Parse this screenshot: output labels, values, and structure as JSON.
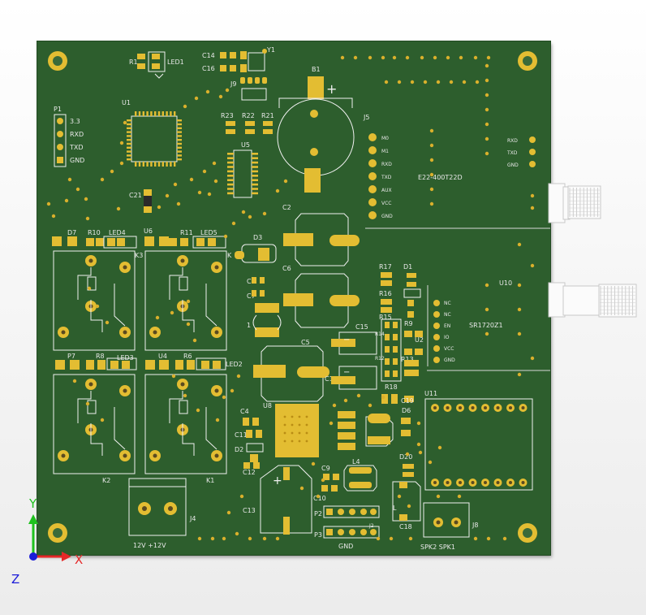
{
  "board": {
    "refdes": {
      "r1": "R1",
      "led1": "LED1",
      "c14": "C14",
      "c16": "C16",
      "y1": "Y1",
      "b1": "B1",
      "j9": "J9",
      "u1": "U1",
      "p1": "P1",
      "r23": "R23",
      "r22": "R22",
      "r21": "R21",
      "u5": "U5",
      "j5": "J5",
      "c21": "C21",
      "c2": "C2",
      "d7": "D7",
      "r10": "R10",
      "led4": "LED4",
      "u6": "U6",
      "r11": "R11",
      "led5": "LED5",
      "d3": "D3",
      "k3": "K3",
      "k": "K",
      "c6": "C6",
      "c8": "C8",
      "c7": "C7",
      "one": "1",
      "r17": "R17",
      "r16": "R16",
      "d1": "D1",
      "r15": "R15",
      "r14": "R14",
      "r13": "R13",
      "r12": "R12",
      "c15": "C15",
      "c5": "C5",
      "r9": "R9",
      "u2": "U2",
      "u10": "U10",
      "p7": "P7",
      "r8": "R8",
      "led3": "LED3",
      "u4": "U4",
      "r6": "R6",
      "led2": "LED2",
      "c17": "C17",
      "r18": "R18",
      "c19": "C19",
      "u11": "U11",
      "c4": "C4",
      "u8": "U8",
      "d6": "D6",
      "c11": "C11",
      "d2": "D2",
      "c12": "C12",
      "c9": "C9",
      "l4": "L4",
      "d20": "D20",
      "k2": "K2",
      "k1": "K1",
      "c10": "C10",
      "c13": "C13",
      "p2": "P2",
      "p3": "P3",
      "j2": "J2",
      "j4": "J4",
      "c18": "C18",
      "j8": "J8"
    },
    "labels": {
      "p1_pins": [
        "3.3",
        "RXD",
        "TXD",
        "GND"
      ],
      "e22": "E22-400T22D",
      "sr": "SR1720Z1",
      "power_label": "12V  +12V",
      "gnd_label": "GND",
      "spk_label": "SPK2  SPK1",
      "j5_pins": [
        "M0",
        "M1",
        "RXD",
        "TXD",
        "AUX",
        "VCC",
        "GND"
      ],
      "e22_side_pins": [
        "RXD",
        "TXD",
        "GND"
      ],
      "u10_pins": [
        "NC",
        "NC",
        "EN",
        "IO",
        "VCC",
        "GND"
      ]
    },
    "colors": {
      "board": "#2d5e2d",
      "gold": "#e3bd32",
      "silk": "#e8e8e8"
    }
  },
  "axes": {
    "x": "X",
    "y": "Y",
    "z": "Z"
  }
}
